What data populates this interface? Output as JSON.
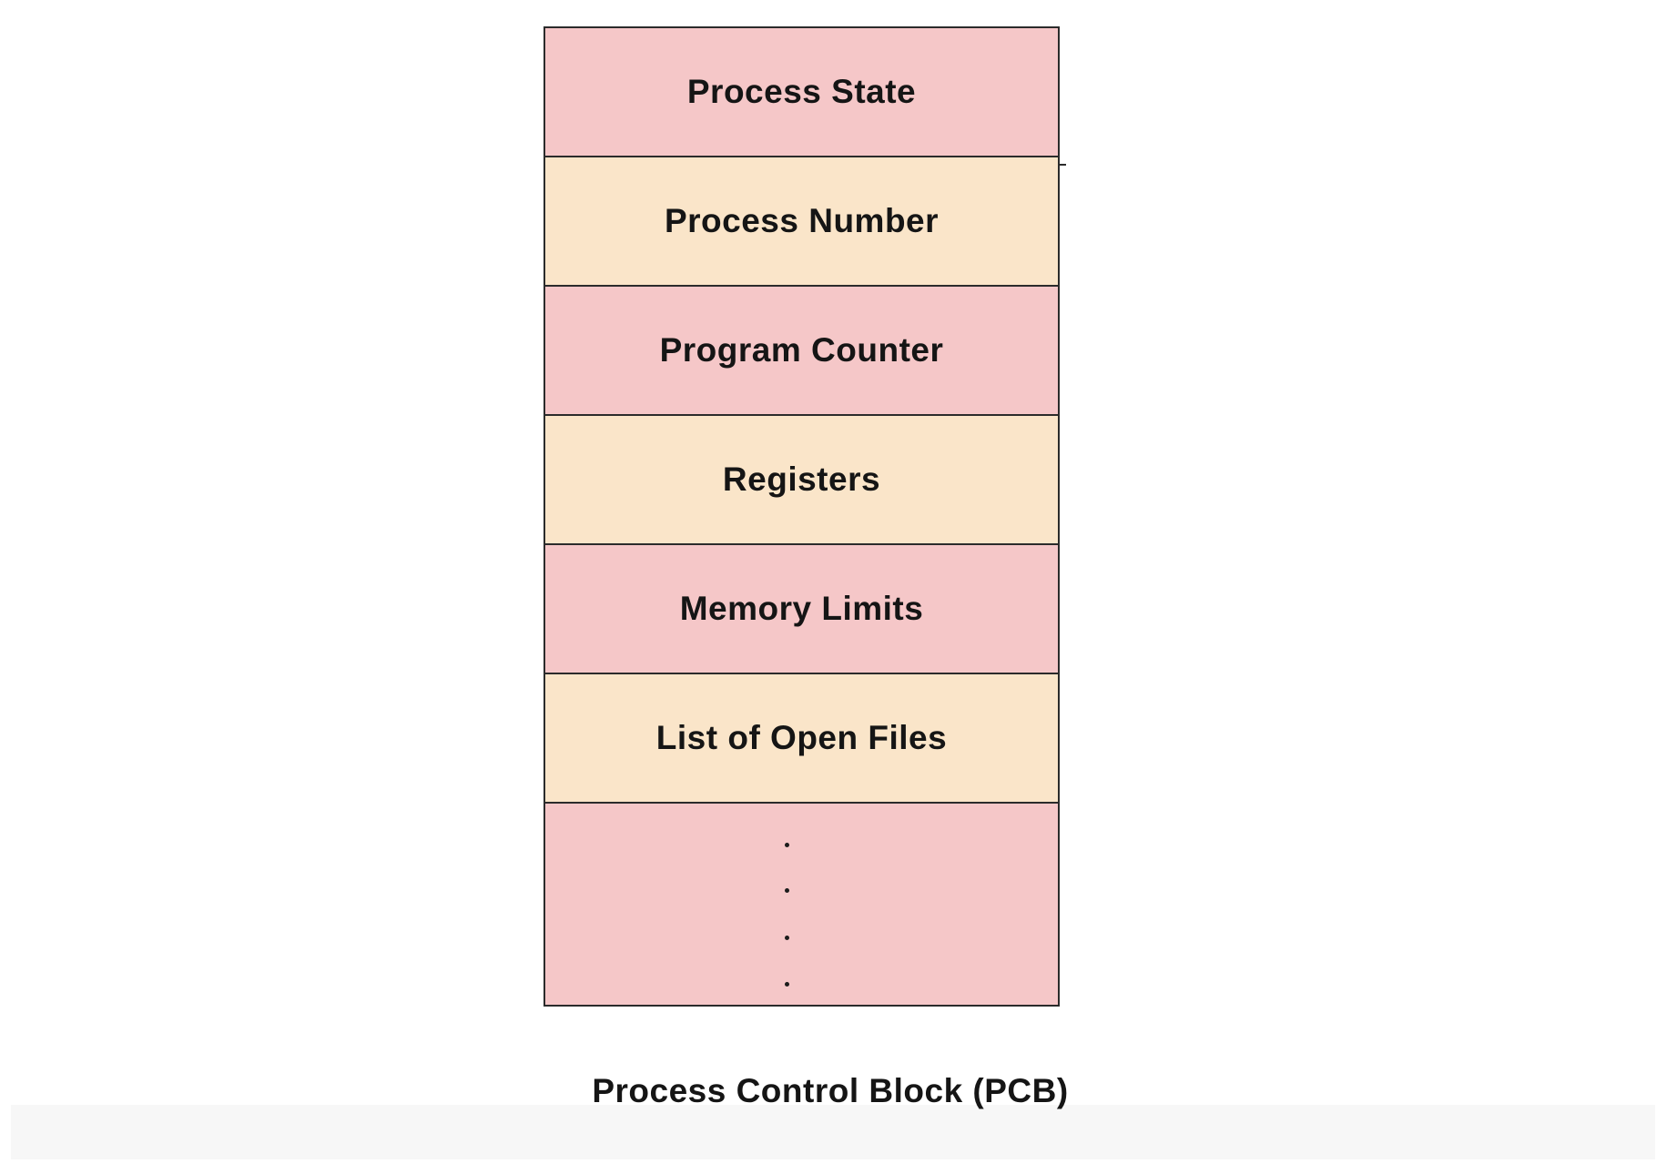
{
  "pcb": {
    "fields": [
      {
        "label": "Process State",
        "color": "#f5c7c8"
      },
      {
        "label": "Process Number",
        "color": "#fae5c9"
      },
      {
        "label": "Program Counter",
        "color": "#f5c7c8"
      },
      {
        "label": "Registers",
        "color": "#fae5c9"
      },
      {
        "label": "Memory Limits",
        "color": "#f5c7c8"
      },
      {
        "label": "List of Open Files",
        "color": "#fae5c9"
      }
    ],
    "continuation_color": "#f5c7c8"
  },
  "caption": "Process Control Block (PCB)"
}
